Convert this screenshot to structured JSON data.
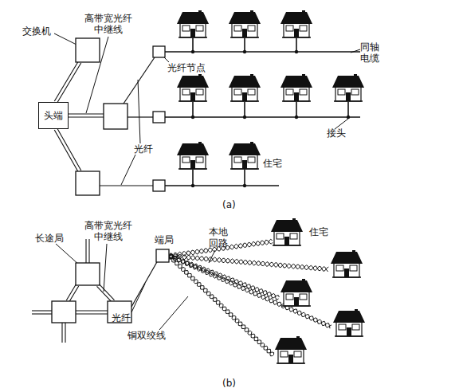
{
  "diagram": {
    "nodes": [
      {
        "text": [
          "头端"
        ]
      }
    ],
    "labels": [
      "交换机",
      "高带宽光纤中继线",
      "光纤节点",
      "同轴电缆",
      "光纤",
      "接头",
      "住宅",
      "(a)",
      "长途局",
      "高带宽光纤中继线",
      "端局",
      "本地回路",
      "住宅",
      "光纤",
      "铜双绞线",
      "(b)"
    ]
  }
}
